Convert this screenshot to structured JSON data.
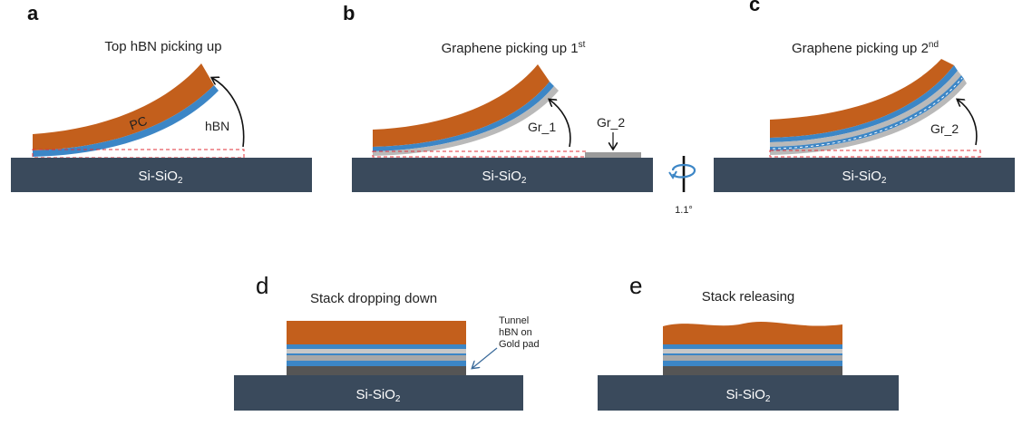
{
  "colors": {
    "substrate": "#3a4a5c",
    "pc": "#c35f1c",
    "hbn": "#3c86c6",
    "graphene": "#b9b9b9",
    "gold": "#555555",
    "guide_dash": "#e0303a",
    "text": "#222222",
    "white": "#ffffff"
  },
  "panels": {
    "a": {
      "letter": "a",
      "title": "Top hBN picking up",
      "substrate": "Si-SiO",
      "sub_index": "2",
      "labels": {
        "pc": "PC",
        "hbn": "hBN"
      }
    },
    "b": {
      "letter": "b",
      "title": "Graphene picking up 1",
      "title_sup": "st",
      "substrate": "Si-SiO",
      "sub_index": "2",
      "labels": {
        "gr1": "Gr_1",
        "gr2": "Gr_2"
      }
    },
    "c": {
      "letter": "c",
      "title": "Graphene picking up 2",
      "title_sup": "nd",
      "substrate": "Si-SiO",
      "sub_index": "2",
      "labels": {
        "gr2": "Gr_2"
      }
    },
    "d": {
      "letter": "d",
      "title": "Stack dropping down",
      "substrate": "Si-SiO",
      "sub_index": "2",
      "annotation": [
        "Tunnel",
        "hBN on",
        "Gold pad"
      ]
    },
    "e": {
      "letter": "e",
      "title": "Stack releasing",
      "substrate": "Si-SiO",
      "sub_index": "2"
    }
  },
  "rotation": {
    "angle_label": "1.1°",
    "icon": "rotation-axis-icon"
  }
}
